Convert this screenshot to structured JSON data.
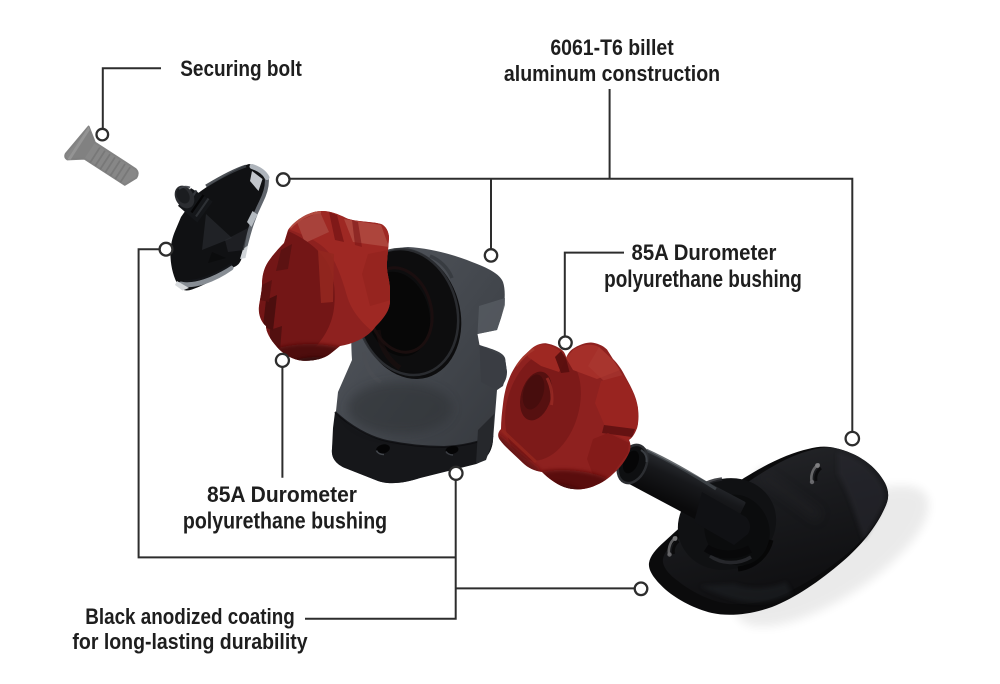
{
  "figure": {
    "background": "#ffffff",
    "line_color": "#2d2d2d",
    "text_color": "#1e1e1e",
    "marker_fill": "#ffffff"
  },
  "callouts": {
    "securing_bolt": {
      "text": "Securing bolt"
    },
    "billet_construction": {
      "line1": "6061-T6 billet",
      "line2": "aluminum construction"
    },
    "bushing_right": {
      "line1": "85A Durometer",
      "line2": "polyurethane bushing"
    },
    "bushing_left": {
      "line1": "85A Durometer",
      "line2": "polyurethane bushing"
    },
    "anodized_coating": {
      "line1": "Black anodized coating",
      "line2": "for long-lasting durability"
    }
  },
  "parts": {
    "securing_bolt": {
      "name": "countersunk securing bolt",
      "color": "#8a8a8a"
    },
    "cap_bracket": {
      "name": "billet aluminum cap bracket",
      "color": "#131416"
    },
    "front_bushing": {
      "name": "polyurethane bushing front",
      "color": "#9c2522"
    },
    "center_housing": {
      "name": "billet aluminum housing",
      "color": "#42464c"
    },
    "rear_bushing": {
      "name": "polyurethane bushing rear",
      "color": "#9c2522"
    },
    "base_mount": {
      "name": "black anodized base with pivot pin",
      "color": "#17181a"
    }
  }
}
